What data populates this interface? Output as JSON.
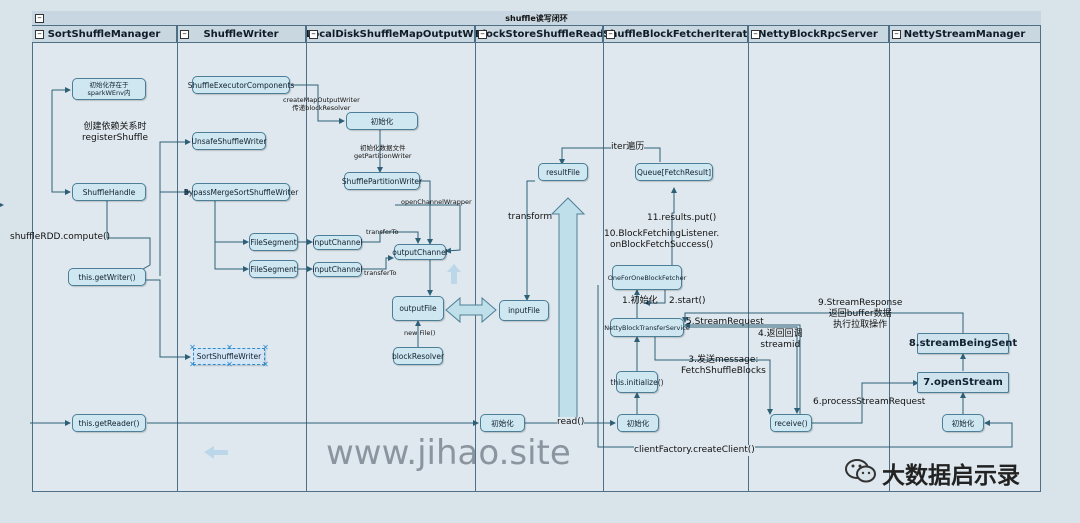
{
  "title": "shuffle读写闭环",
  "lanes": [
    "SortShuffleManager",
    "ShuffleWriter",
    "LocalDiskShuffleMapOutputWriter",
    "BlockStoreShuffleReader",
    "ShuffleBlockFetcherIterator",
    "NettyBlockRpcServer",
    "NettyStreamManager"
  ],
  "nodes": {
    "init_sparkenv": "初始化存在于\nsparkWEnv内",
    "shuffle_handle": "ShuffleHandle",
    "get_writer": "this.getWriter()",
    "get_reader": "this.getReader()",
    "executor_components": "ShuffleExecutorComponents",
    "unsafe_writer": "UnsafeShuffleWriter",
    "bypass_writer": "BypassMergeSortShuffleWriter",
    "file_segment_1": "FileSegment",
    "file_segment_2": "FileSegment",
    "sort_writer": "SortShuffleWriter",
    "init_writer": "初始化",
    "partition_writer": "ShufflePartitionWriter",
    "input_channel_1": "inputChannel",
    "input_channel_2": "inputChannel",
    "output_channel": "outputChannel",
    "output_file": "outputFile",
    "block_resolver": "blockResolver",
    "result_file": "resultFile",
    "input_file": "inputFile",
    "init_reader": "初始化",
    "queue": "Queue[FetchResult]",
    "one_for_one": "OneForOneBlockFetcher",
    "transfer_service": "NettyBlockTransferService",
    "this_initialize": "this.initialize()",
    "init_fetcher": "初始化",
    "receive": "receive()",
    "stream_being_sent": "8.streamBeingSent",
    "open_stream": "7.openStream",
    "init_stream": "初始化"
  },
  "labels": {
    "register_shuffle": "创建依赖关系时\nregisterShuffle",
    "shuffle_compute": "shuffleRDD.compute()",
    "create_map_output": "createMapOutputWriter\n传递blockResolver",
    "get_partition_writer": "初始化数据文件\ngetPartitionWriter",
    "open_channel_wrapper": "openChannelWrapper",
    "transfer_to_1": "transferTo",
    "transfer_to_2": "transferTo",
    "new_file": "new File()",
    "iter_traverse": "iter遍历",
    "transform": "transform",
    "results_put": "11.results.put()",
    "block_fetching_listener": "10.BlockFetchingListener.\nonBlockFetchSuccess()",
    "init_1": "1.初始化",
    "start_2": "2.start()",
    "stream_request_5": "5.StreamRequest",
    "return_callback_4": "4.返回回调\nstreamid",
    "send_message_3": "3.发送message:\nFetchShuffleBlocks",
    "stream_response_9": "9.StreamResponse\n返回buffer数据\n执行拉取操作",
    "process_stream_request_6": "6.processStreamRequest",
    "read": "read()",
    "client_factory": "clientFactory.createClient()"
  },
  "watermark": "www.jihao.site",
  "brand": "大数据启示录",
  "colors": {
    "background": "#d9e3ea",
    "lane_header": "#c9d7e1",
    "node_fill": "#cfe7f1",
    "node_border": "#4c7f97",
    "edge": "#2d5f77",
    "big_arrow": "#bfe0ea"
  }
}
